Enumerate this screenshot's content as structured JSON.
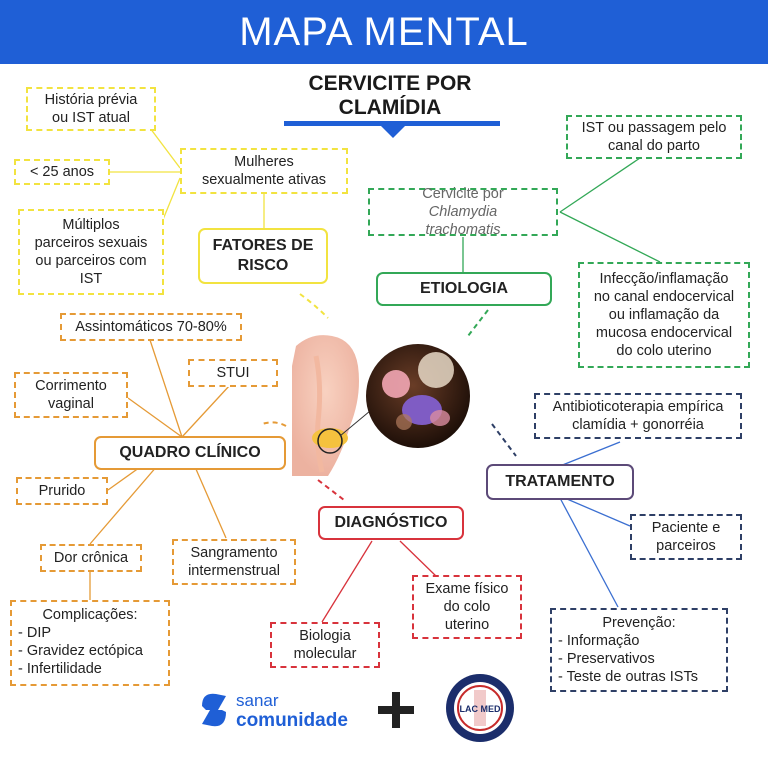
{
  "header": {
    "title": "MAPA MENTAL"
  },
  "main_title": {
    "line1": "CERVICITE POR",
    "line2": "CLAMÍDIA"
  },
  "fatores": {
    "label_line1": "FATORES DE",
    "label_line2": "RISCO",
    "mulheres": {
      "l1": "Mulheres",
      "l2": "sexualmente ativas"
    },
    "historia": {
      "l1": "História prévia",
      "l2": "ou IST atual"
    },
    "idade": "< 25 anos",
    "multiplos": {
      "l1": "Múltiplos",
      "l2": "parceiros sexuais",
      "l3": "ou parceiros com",
      "l4": "IST"
    }
  },
  "etiologia": {
    "label": "ETIOLOGIA",
    "agente": {
      "prefix": "Cervicite por ",
      "italic1": "Chlamydia",
      "italic2": "trachomatis"
    },
    "transmissao": {
      "l1": "IST ou passagem pelo",
      "l2": "canal do parto"
    },
    "inflamacao": {
      "l1": "Infecção/inflamação",
      "l2": "no canal endocervical",
      "l3": "ou inflamação da",
      "l4": "mucosa endocervical",
      "l5": "do colo uterino"
    }
  },
  "quadro": {
    "label": "QUADRO CLÍNICO",
    "assintomaticos": "Assintomáticos 70-80%",
    "stui": "STUI",
    "corrimento": {
      "l1": "Corrimento",
      "l2": "vaginal"
    },
    "prurido": "Prurido",
    "dor": "Dor crônica",
    "sangramento": {
      "l1": "Sangramento",
      "l2": "intermenstrual"
    },
    "complicacoes": {
      "title": "Complicações:",
      "i1": "- DIP",
      "i2": "- Gravidez ectópica",
      "i3": "- Infertilidade"
    }
  },
  "tratamento": {
    "label": "TRATAMENTO",
    "antibiotico": {
      "l1": "Antibioticoterapia empírica",
      "l2": "clamídia + gonorréia"
    },
    "paciente": {
      "l1": "Paciente e",
      "l2": "parceiros"
    },
    "prevencao": {
      "title": "Prevenção:",
      "i1": "- Informação",
      "i2": "- Preservativos",
      "i3": "- Teste de outras ISTs"
    }
  },
  "diagnostico": {
    "label": "DIAGNÓSTICO",
    "exame": {
      "l1": "Exame físico",
      "l2": "do colo",
      "l3": "uterino"
    },
    "biologia": {
      "l1": "Biologia",
      "l2": "molecular"
    }
  },
  "footer": {
    "sanar_line1": "sanar",
    "sanar_line2": "comunidade",
    "badge_text": "LAC MED"
  },
  "colors": {
    "blue": "#1f5fd6",
    "yellow": "#f2e340",
    "green": "#33a857",
    "orange": "#e59a36",
    "red": "#d8333c",
    "navy": "#2e3f66"
  },
  "icons": {
    "plus": "plus-icon",
    "sanar": "sanar-logo",
    "badge": "lac-med-badge",
    "center": "chlamydia-illustration"
  }
}
